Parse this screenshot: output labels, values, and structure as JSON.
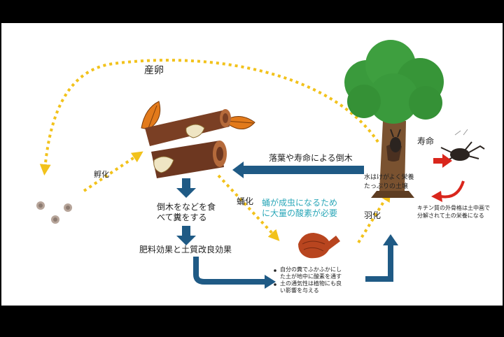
{
  "labels": {
    "lay_eggs": "産卵",
    "hatch": "孵化",
    "pupate": "蛹化",
    "eclose": "羽化",
    "lifespan": "寿命",
    "fallen_trees": "落葉や寿命による倒木",
    "eat_trees_line1": "倒木をなどを食",
    "eat_trees_line2": "べて糞をする",
    "fertilizer": "肥料効果と土質改良効果",
    "pupa_oxygen_line1": "蛹が成虫になるため",
    "pupa_oxygen_line2": "に大量の酸素が必要",
    "soil_line1": "水はけがよく栄養",
    "soil_line2": "たっぷりの土壌",
    "chitin_line1": "キチン質の外骨格は土中画で",
    "chitin_line2": "分解されて土の栄養になる",
    "bullet1_line1": "自分の糞でふかふかにし",
    "bullet1_line2": "た土が地中に酸素を通す",
    "bullet2_line1": "土の通気性は植物にも良",
    "bullet2_line2": "い影響を与える"
  },
  "colors": {
    "dotted_arrow": "#f2c21b",
    "flow_arrow": "#1f5a85",
    "red_arrow": "#d9261c",
    "teal_text": "#2aa7b8",
    "tree_leaves": "#3a9a3c"
  },
  "icons": [
    "eggs-icon",
    "log-with-grubs-icon",
    "autumn-leaf-icon",
    "pupa-icon",
    "tree-icon",
    "dead-beetle-icon",
    "stag-beetle-icon"
  ]
}
